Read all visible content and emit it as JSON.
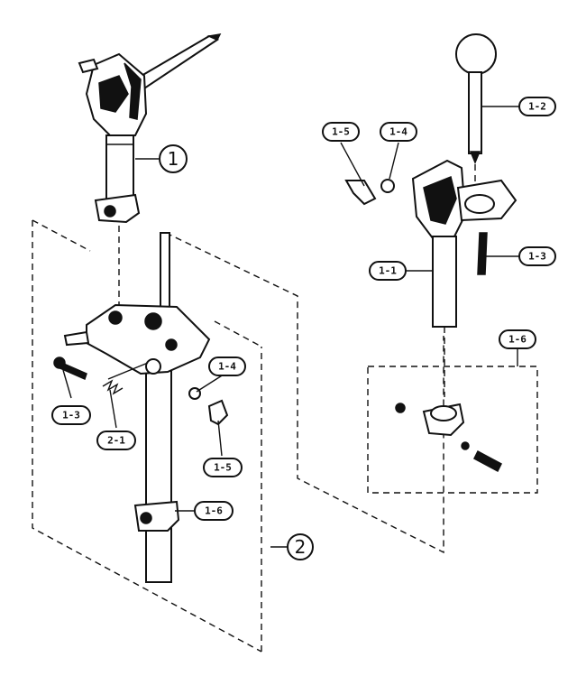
{
  "callouts": {
    "main_assembly": "1",
    "clamp_assembly": "2",
    "tilter_body": "1-1",
    "rod": "1-2",
    "bolt_right": "1-3",
    "bolt_left": "1-3",
    "washer_right": "1-4",
    "washer_left": "1-4",
    "wing_nut_right": "1-5",
    "wing_nut_left": "1-5",
    "memory_lock_right": "1-6",
    "memory_lock_left": "1-6",
    "spring": "2-1"
  }
}
